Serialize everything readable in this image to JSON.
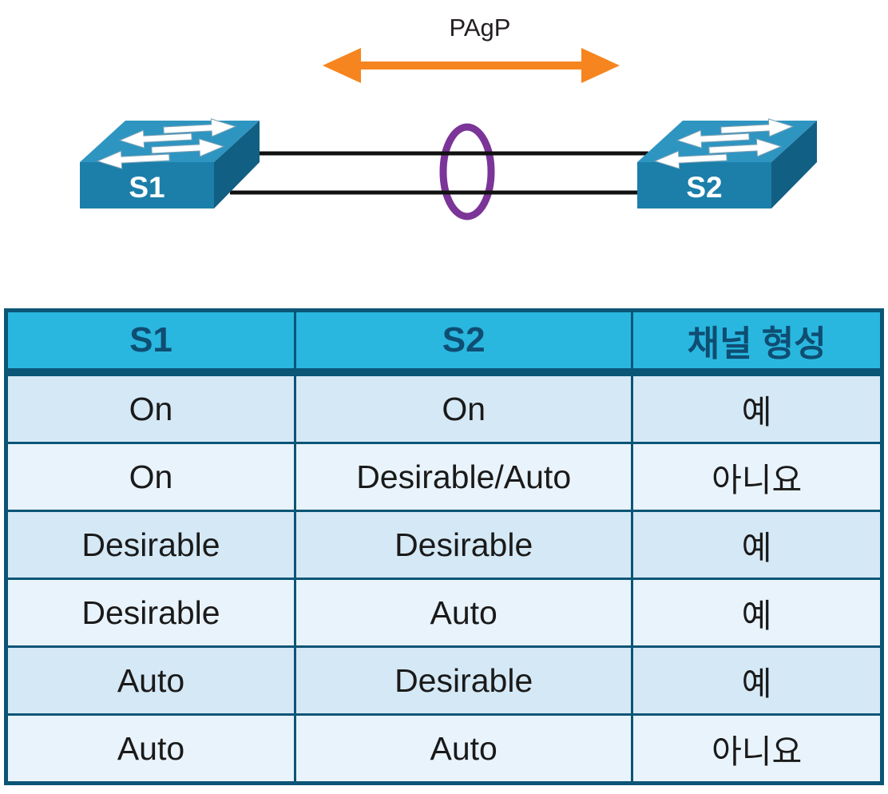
{
  "figure": {
    "protocol_label": "PAgP",
    "switch1_label": "S1",
    "switch2_label": "S2"
  },
  "colors": {
    "pagp_arrow": "#F6851F",
    "etherchannel_oval": "#7B3498",
    "link_line": "#111111",
    "switch_top_face": "#2E95C1",
    "switch_front_face": "#1C7FA9",
    "switch_side_face": "#125F84",
    "header_bg": "#29B7DF",
    "header_text": "#0F4D72",
    "row_odd_bg": "#D5E8F6",
    "row_even_bg": "#E9F3FB",
    "table_border": "#0B5577",
    "cell_text": "#1A1A1A"
  },
  "table": {
    "headers": [
      "S1",
      "S2",
      "채널 형성"
    ],
    "rows": [
      [
        "On",
        "On",
        "예"
      ],
      [
        "On",
        "Desirable/Auto",
        "아니요"
      ],
      [
        "Desirable",
        "Desirable",
        "예"
      ],
      [
        "Desirable",
        "Auto",
        "예"
      ],
      [
        "Auto",
        "Desirable",
        "예"
      ],
      [
        "Auto",
        "Auto",
        "아니요"
      ]
    ]
  }
}
